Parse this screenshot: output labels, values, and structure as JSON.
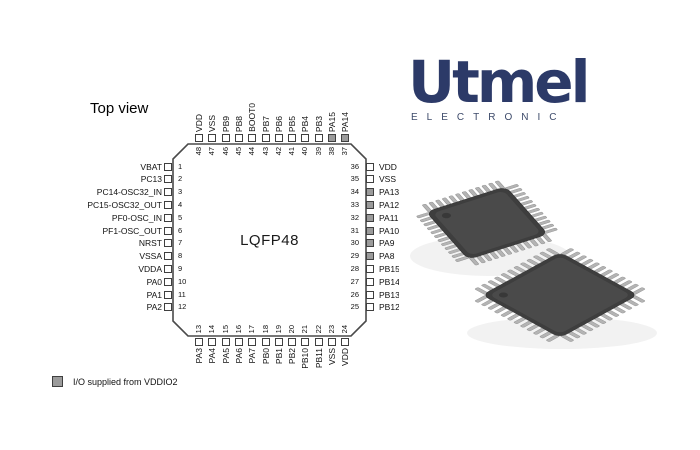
{
  "title": "Top view",
  "package_label": "LQFP48",
  "legend": {
    "label": "I/O supplied from VDDIO2"
  },
  "logo": {
    "brand": "Utmel",
    "subtitle": "ELECTRONIC"
  },
  "colors": {
    "line": "#4a4a4a",
    "pin_fill_default": "#ffffff",
    "pin_fill_vddio2": "#9b9b9b",
    "logo_navy": "#2c3a68",
    "chip_body": "#3e3e3e",
    "chip_lead": "#b4b4b4"
  },
  "pins": {
    "left": [
      {
        "num": 1,
        "name": "VBAT",
        "vddio2": false
      },
      {
        "num": 2,
        "name": "PC13",
        "vddio2": false
      },
      {
        "num": 3,
        "name": "PC14-OSC32_IN",
        "vddio2": false
      },
      {
        "num": 4,
        "name": "PC15-OSC32_OUT",
        "vddio2": false
      },
      {
        "num": 5,
        "name": "PF0-OSC_IN",
        "vddio2": false
      },
      {
        "num": 6,
        "name": "PF1-OSC_OUT",
        "vddio2": false
      },
      {
        "num": 7,
        "name": "NRST",
        "vddio2": false
      },
      {
        "num": 8,
        "name": "VSSA",
        "vddio2": false
      },
      {
        "num": 9,
        "name": "VDDA",
        "vddio2": false
      },
      {
        "num": 10,
        "name": "PA0",
        "vddio2": false
      },
      {
        "num": 11,
        "name": "PA1",
        "vddio2": false
      },
      {
        "num": 12,
        "name": "PA2",
        "vddio2": false
      }
    ],
    "top": [
      {
        "num": 48,
        "name": "VDD",
        "vddio2": false
      },
      {
        "num": 47,
        "name": "VSS",
        "vddio2": false
      },
      {
        "num": 46,
        "name": "PB9",
        "vddio2": false
      },
      {
        "num": 45,
        "name": "PB8",
        "vddio2": false
      },
      {
        "num": 44,
        "name": "BOOT0",
        "vddio2": false
      },
      {
        "num": 43,
        "name": "PB7",
        "vddio2": false
      },
      {
        "num": 42,
        "name": "PB6",
        "vddio2": false
      },
      {
        "num": 41,
        "name": "PB5",
        "vddio2": false
      },
      {
        "num": 40,
        "name": "PB4",
        "vddio2": false
      },
      {
        "num": 39,
        "name": "PB3",
        "vddio2": false
      },
      {
        "num": 38,
        "name": "PA15",
        "vddio2": true
      },
      {
        "num": 37,
        "name": "PA14",
        "vddio2": true
      }
    ],
    "right": [
      {
        "num": 36,
        "name": "VDD",
        "vddio2": false
      },
      {
        "num": 35,
        "name": "VSS",
        "vddio2": false
      },
      {
        "num": 34,
        "name": "PA13",
        "vddio2": true
      },
      {
        "num": 33,
        "name": "PA12",
        "vddio2": true
      },
      {
        "num": 32,
        "name": "PA11",
        "vddio2": true
      },
      {
        "num": 31,
        "name": "PA10",
        "vddio2": true
      },
      {
        "num": 30,
        "name": "PA9",
        "vddio2": true
      },
      {
        "num": 29,
        "name": "PA8",
        "vddio2": true
      },
      {
        "num": 28,
        "name": "PB15",
        "vddio2": false
      },
      {
        "num": 27,
        "name": "PB14",
        "vddio2": false
      },
      {
        "num": 26,
        "name": "PB13",
        "vddio2": false
      },
      {
        "num": 25,
        "name": "PB12",
        "vddio2": false
      }
    ],
    "bottom": [
      {
        "num": 13,
        "name": "PA3",
        "vddio2": false
      },
      {
        "num": 14,
        "name": "PA4",
        "vddio2": false
      },
      {
        "num": 15,
        "name": "PA5",
        "vddio2": false
      },
      {
        "num": 16,
        "name": "PA6",
        "vddio2": false
      },
      {
        "num": 17,
        "name": "PA7",
        "vddio2": false
      },
      {
        "num": 18,
        "name": "PB0",
        "vddio2": false
      },
      {
        "num": 19,
        "name": "PB1",
        "vddio2": false
      },
      {
        "num": 20,
        "name": "PB2",
        "vddio2": false
      },
      {
        "num": 21,
        "name": "PB10",
        "vddio2": false
      },
      {
        "num": 22,
        "name": "PB11",
        "vddio2": false
      },
      {
        "num": 23,
        "name": "VSS",
        "vddio2": false
      },
      {
        "num": 24,
        "name": "VDD",
        "vddio2": false
      }
    ]
  }
}
